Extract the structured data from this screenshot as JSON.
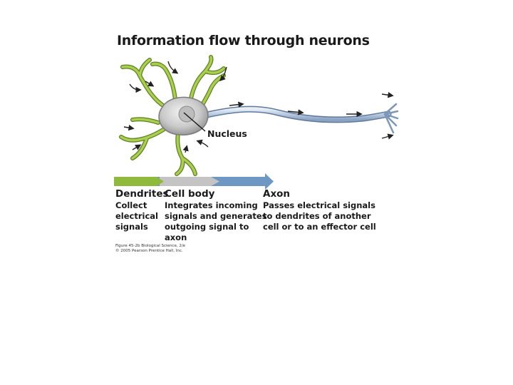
{
  "title": "Information flow through neurons",
  "labels": {
    "nucleus": "Nucleus"
  },
  "sections": [
    {
      "heading": "Dendrites",
      "lines": [
        "Collect",
        "electrical",
        "signals"
      ]
    },
    {
      "heading": "Cell body",
      "lines": [
        "Integrates incoming",
        "signals and generates",
        "outgoing signal to",
        "axon"
      ]
    },
    {
      "heading": "Axon",
      "lines": [
        "Passes electrical signals",
        "to dendrites of another",
        "cell or to an effector cell"
      ]
    }
  ],
  "credit": [
    "Figure 45-2b Biological Science, 2/e",
    "© 2005 Pearson Prentice Hall, Inc."
  ],
  "colors": {
    "dendrites": "#8fba3c",
    "cell_body": "#c4c4c4",
    "axon": "#6f97c4",
    "neuron_fill": "#b9d36a"
  }
}
